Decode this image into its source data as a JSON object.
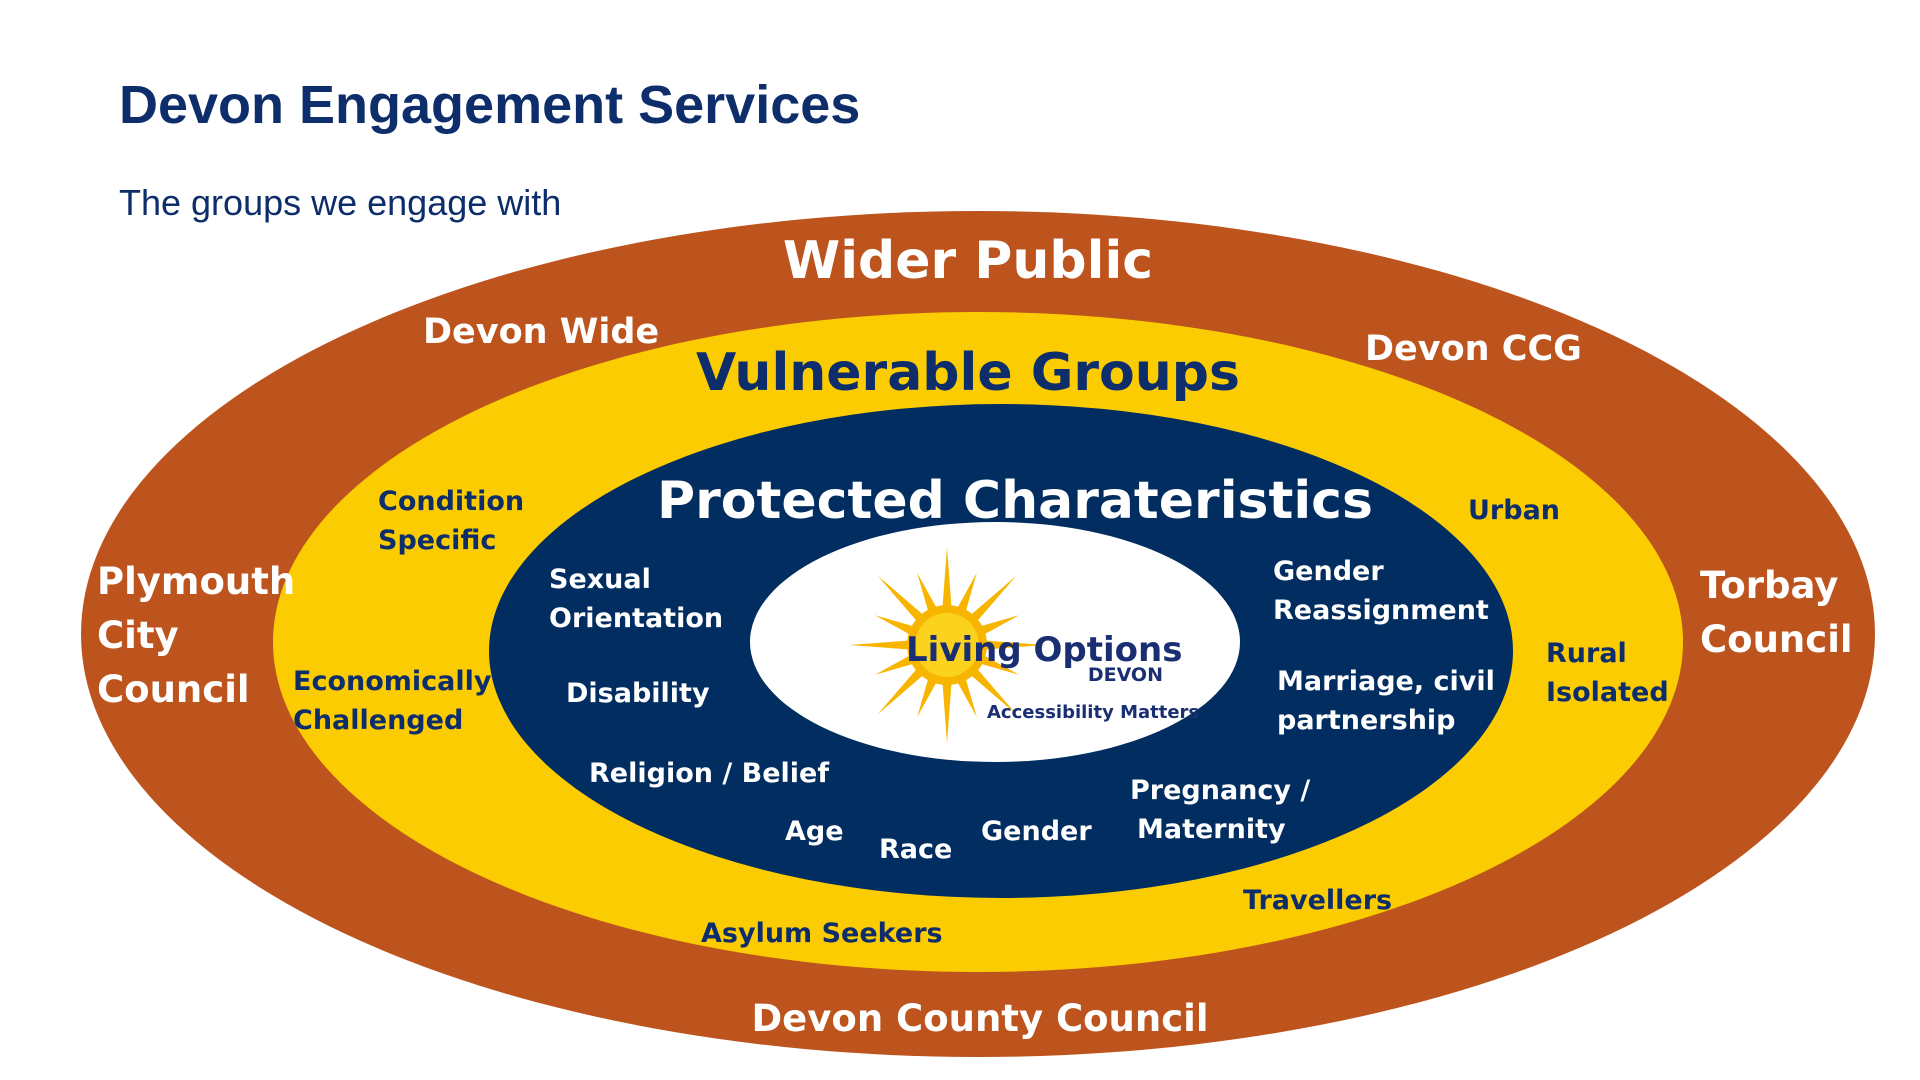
{
  "header": {
    "title": "Devon Engagement Services",
    "subtitle": "The groups we engage with"
  },
  "colors": {
    "outer_ring": "#bd541d",
    "middle_ring": "#fccc02",
    "inner_ring": "#022d60",
    "core": "#ffffff",
    "sun": "#f7b500",
    "title_text": "#0d2d6b"
  },
  "rings": {
    "outer": {
      "title": "Wider Public",
      "items": {
        "devon_wide": "Devon Wide",
        "devon_ccg": "Devon CCG",
        "plymouth_1": "Plymouth",
        "plymouth_2": "City",
        "plymouth_3": "Council",
        "torbay_1": "Torbay",
        "torbay_2": "Council",
        "devon_county": "Devon County Council"
      }
    },
    "middle": {
      "title": "Vulnerable Groups",
      "items": {
        "condition_1": "Condition",
        "condition_2": "Specific",
        "economic_1": "Economically",
        "economic_2": "Challenged",
        "urban": "Urban",
        "rural_1": "Rural",
        "rural_2": "Isolated",
        "travellers": "Travellers",
        "asylum": "Asylum Seekers"
      }
    },
    "inner": {
      "title": "Protected Charateristics",
      "items": {
        "sexual_1": "Sexual",
        "sexual_2": "Orientation",
        "disability": "Disability",
        "religion": "Religion / Belief",
        "age": "Age",
        "race": "Race",
        "gender": "Gender",
        "gender_re_1": "Gender",
        "gender_re_2": "Reassignment",
        "marriage_1": "Marriage, civil",
        "marriage_2": "partnership",
        "pregnancy_1": "Pregnancy /",
        "pregnancy_2": "Maternity"
      }
    }
  },
  "logo": {
    "name": "Living Options",
    "region": "DEVON",
    "tagline": "Accessibility Matters",
    "icon": "sun-icon"
  }
}
